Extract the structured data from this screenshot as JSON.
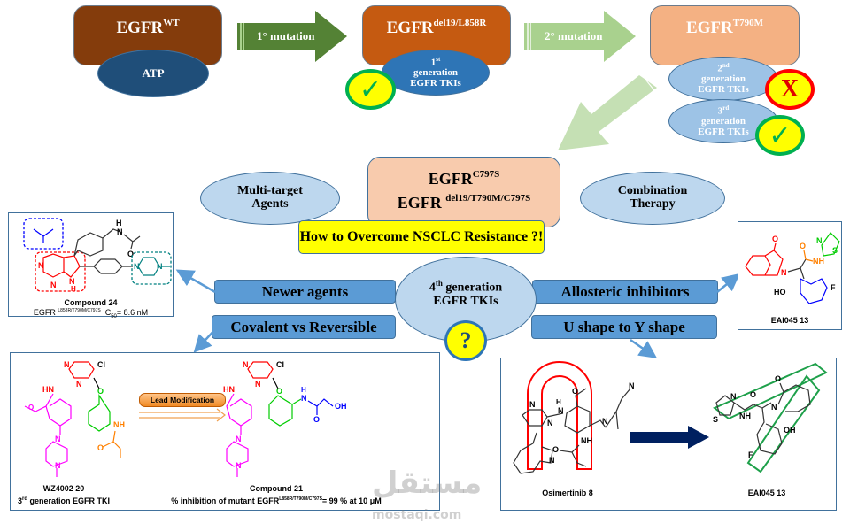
{
  "top_row": {
    "wild_type": {
      "label": "EGFR",
      "superscript": "WT",
      "ligand": "ATP"
    },
    "arrow1": {
      "label": "1° mutation"
    },
    "primary_mutant": {
      "label": "EGFR",
      "superscript": "del19/L858R",
      "inhibitor_sup": "st",
      "inhibitor_num": "1",
      "inhibitor_line2": "generation",
      "inhibitor_line3": "EGFR TKIs",
      "status": "effective"
    },
    "arrow2": {
      "label": "2° mutation"
    },
    "secondary_mutant": {
      "label": "EGFR",
      "superscript": "T790M",
      "gen2": {
        "num": "2",
        "sup": "nd",
        "line2": "generation",
        "line3": "EGFR TKIs",
        "status": "ineffective"
      },
      "gen3": {
        "num": "3",
        "sup": "rd",
        "line2": "generation",
        "line3": "EGFR TKIs",
        "status": "effective"
      }
    },
    "symbols": {
      "check": "✓",
      "cross": "X"
    }
  },
  "center": {
    "tertiary_mutant": {
      "line1": "EGFR",
      "line1_sup": "C797S",
      "line2": "EGFR ",
      "line2_sup": "del19/T790M/C797S"
    },
    "multi_target": {
      "line1": "Multi-target",
      "line2": "Agents"
    },
    "combination": {
      "line1": "Combination",
      "line2": "Therapy"
    },
    "question_banner": "How to Overcome NSCLC Resistance ?!",
    "fourth_gen": {
      "num": "4",
      "sup": "th",
      "line1_rest": " generation",
      "line2": "EGFR TKIs"
    },
    "question_mark": "?"
  },
  "strategies": {
    "newer_agents": "Newer agents",
    "covalent": "Covalent vs Reversible",
    "allosteric": "Allosteric inhibitors",
    "u_to_y": "U shape to Y shape"
  },
  "panels": {
    "compound24": {
      "name": "Compound 24",
      "assay_prefix": "EGFR ",
      "assay_sup": "L858R/T790M/C797S",
      "ic50_label": " IC",
      "ic50_sub": "50",
      "ic50_value": "= 8.6 nM"
    },
    "eai045_small": {
      "name": "EAI045 13"
    },
    "lead_mod": {
      "wz4002": {
        "name": "WZ4002 20",
        "desc_num": "3",
        "desc_sup": "rd",
        "desc_rest": " generation EGFR TKI"
      },
      "arrow_label": "Lead Modification",
      "compound21": {
        "name": "Compound 21",
        "activity_prefix": "% inhibition of mutant EGFR",
        "activity_sup": "L858R/T790M/C797S",
        "activity_suffix": "= 99 % at 10 μM"
      }
    },
    "shape_change": {
      "left": "Osimertinib 8",
      "right": "EAI045 13"
    }
  },
  "atoms": {
    "N": "N",
    "H": "H",
    "NH": "NH",
    "HN": "HN",
    "O": "O",
    "Cl": "Cl",
    "S": "S",
    "F": "F",
    "HO": "HO",
    "OH": "OH"
  },
  "watermark": {
    "arabic": "مستقل",
    "latin": "mostaqi.com"
  },
  "colors": {
    "wt_box": "#843c0c",
    "primary_box": "#c55a11",
    "secondary_box": "#f4b183",
    "tertiary_box": "#f8cbad",
    "atp": "#1f4e79",
    "gen1": "#2e75b6",
    "light_ellipse": "#9dc3e6",
    "pale_ellipse": "#bdd7ee",
    "arrow_dark_green": "#548235",
    "arrow_light_green": "#a9d18e",
    "bar_blue": "#5b9bd5",
    "yellow": "#ffff00",
    "check_ring": "#00b050",
    "cross_ring": "#ff0000"
  }
}
